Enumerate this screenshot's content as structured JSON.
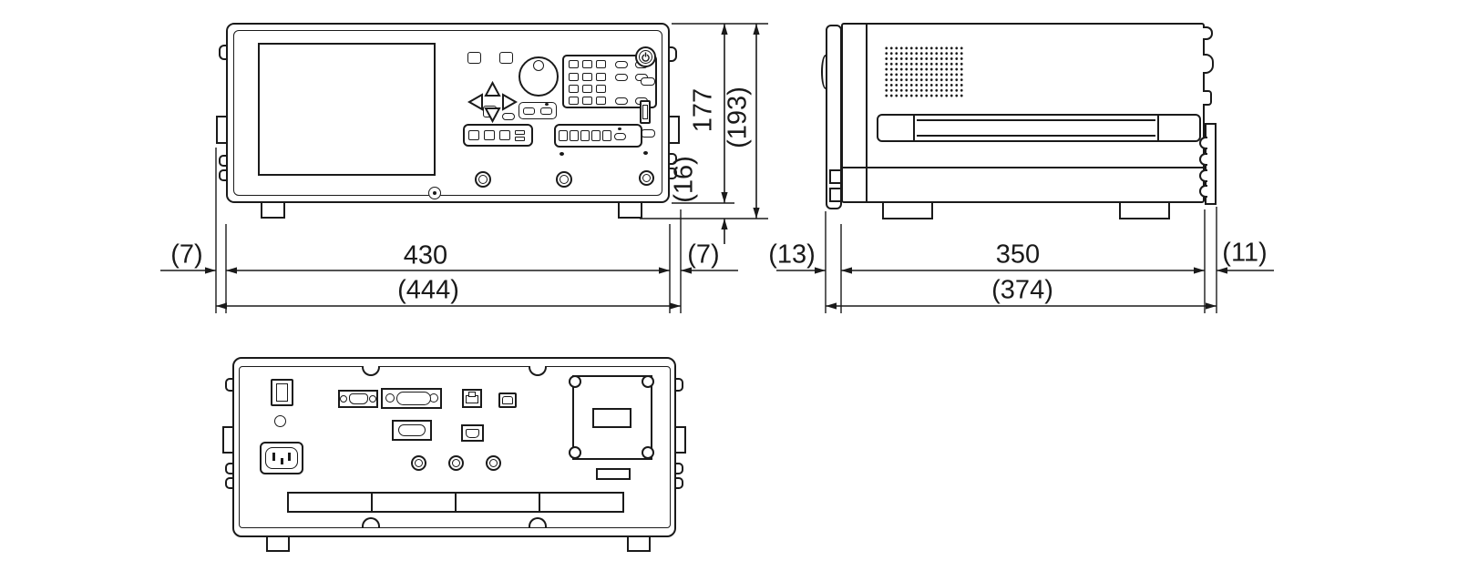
{
  "colors": {
    "line": "#1a1a1a",
    "background": "#ffffff"
  },
  "icons": {
    "power": "power-symbol-circle-with-bar",
    "vents": "dot-grid",
    "nav": "triangle-arrow-keys"
  },
  "front_view": {
    "dims": {
      "body_width": "430",
      "overall_width": "(444)",
      "left_tab": "(7)",
      "right_tab": "(7)",
      "body_height": "177",
      "overall_height": "(193)",
      "foot_height": "(16)"
    }
  },
  "side_view": {
    "dims": {
      "body_depth": "350",
      "overall_depth": "(374)",
      "front_tab": "(13)",
      "rear_tab": "(11)"
    }
  }
}
